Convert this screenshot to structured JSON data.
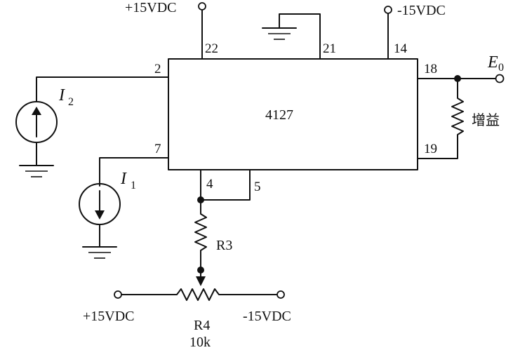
{
  "chip": {
    "label": "4127"
  },
  "supplies": {
    "top_positive": "+15VDC",
    "top_negative": "-15VDC",
    "bottom_positive": "+15VDC",
    "bottom_negative": "-15VDC"
  },
  "pins": {
    "p22": "22",
    "p21": "21",
    "p14": "14",
    "p2": "2",
    "p7": "7",
    "p18": "18",
    "p19": "19",
    "p4": "4",
    "p5": "5"
  },
  "sources": {
    "i2": {
      "symbol": "I",
      "subscript": "2"
    },
    "i1": {
      "symbol": "I",
      "subscript": "1"
    }
  },
  "output": {
    "symbol": "E",
    "subscript": "0"
  },
  "gain_resistor": {
    "label": "增益"
  },
  "r3": {
    "label": "R3"
  },
  "r4": {
    "label": "R4",
    "value": "10k"
  }
}
